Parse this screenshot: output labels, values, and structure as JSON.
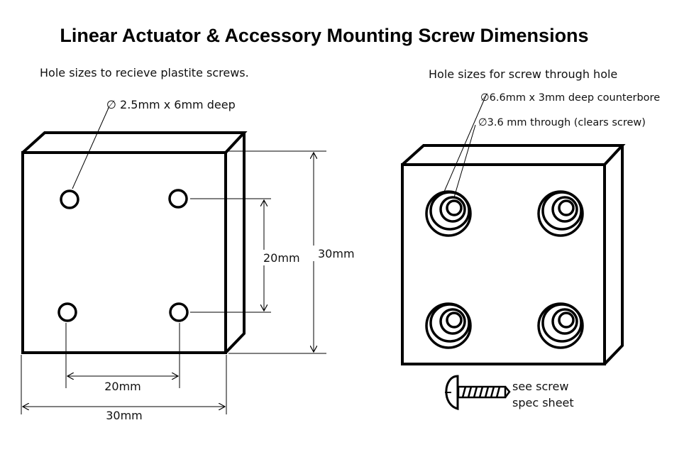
{
  "title": "Linear Actuator & Accessory Mounting Screw Dimensions",
  "left": {
    "heading": "Hole sizes to recieve plastite screws.",
    "hole_callout": "∅ 2.5mm x 6mm deep",
    "dim_hole_spacing_vertical": "20mm",
    "dim_block_height": "30mm",
    "dim_hole_spacing_horizontal": "20mm",
    "dim_block_width": "30mm"
  },
  "right": {
    "heading": "Hole sizes for screw through hole",
    "counterbore_callout": "∅6.6mm x 3mm deep counterbore",
    "through_callout": "∅3.6 mm through (clears screw)",
    "screw_note_line1": "see screw",
    "screw_note_line2": "spec sheet"
  }
}
